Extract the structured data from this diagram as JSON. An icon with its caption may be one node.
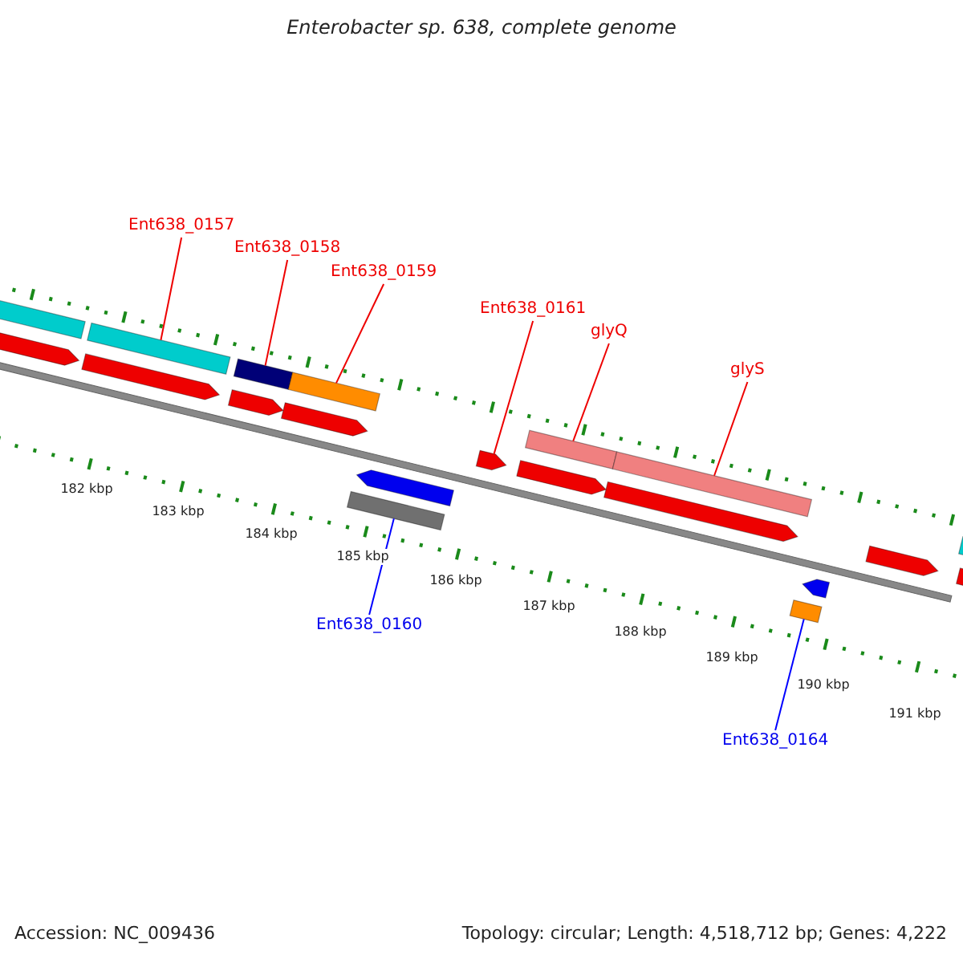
{
  "diagram": {
    "title": "Enterobacter sp. 638, complete genome",
    "nodes": [
      {
        "text": [
          "Ent638_0157"
        ]
      },
      {
        "text": [
          "Ent638_0158"
        ]
      },
      {
        "text": [
          "Ent638_0159"
        ]
      },
      {
        "text": [
          "Ent638_0161"
        ]
      },
      {
        "text": [
          "glyQ"
        ]
      },
      {
        "text": [
          "glyS"
        ]
      },
      {
        "text": [
          "Ent638_0160"
        ]
      },
      {
        "text": [
          "Ent638_0164"
        ]
      },
      {
        "text": [],
        "shape": "bar"
      },
      {
        "text": [],
        "shape": "arrow"
      },
      {
        "text": [],
        "shape": "bar"
      },
      {
        "text": [],
        "shape": "arrow"
      },
      {
        "text": [],
        "shape": "bar"
      },
      {
        "text": [],
        "shape": "arrow"
      },
      {
        "text": [],
        "shape": "bar"
      },
      {
        "text": [],
        "shape": "arrow"
      },
      {
        "text": [],
        "shape": "bar"
      },
      {
        "text": [],
        "shape": "arrow"
      },
      {
        "text": [],
        "shape": "arrow"
      },
      {
        "text": [],
        "shape": "arrow"
      },
      {
        "text": [],
        "shape": "bar"
      },
      {
        "text": [],
        "shape": "arrow"
      },
      {
        "text": [],
        "shape": "bar"
      },
      {
        "text": [],
        "shape": "bar"
      },
      {
        "text": [],
        "shape": "arrow"
      },
      {
        "text": [],
        "shape": "arrow"
      },
      {
        "text": [],
        "shape": "bar"
      },
      {
        "text": [],
        "shape": "arrow"
      }
    ],
    "edges": [
      {
        "from": 0,
        "to": 10,
        "arrow": "none"
      },
      {
        "from": 1,
        "to": 12,
        "arrow": "none"
      },
      {
        "from": 2,
        "to": 14,
        "arrow": "none"
      },
      {
        "from": 3,
        "to": 18,
        "arrow": "none"
      },
      {
        "from": 4,
        "to": 20,
        "arrow": "none"
      },
      {
        "from": 5,
        "to": 22,
        "arrow": "none"
      },
      {
        "from": 6,
        "to": 16,
        "arrow": "none",
        "color": "#0000ff"
      },
      {
        "from": 7,
        "to": 23,
        "arrow": "none",
        "color": "#0000ff"
      }
    ],
    "labels": [
      "182 kbp",
      "183 kbp",
      "184 kbp",
      "185 kbp",
      "186 kbp",
      "187 kbp",
      "188 kbp",
      "189 kbp",
      "190 kbp",
      "191 kbp",
      "Accession: NC_009436",
      "Topology: circular; Length: 4,518,712 bp; Genes: 4,222"
    ]
  }
}
